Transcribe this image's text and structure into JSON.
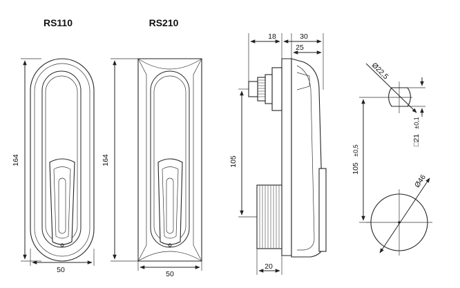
{
  "models": [
    {
      "name": "RS110",
      "height_label": "164",
      "width_label": "50"
    },
    {
      "name": "RS210",
      "height_label": "164",
      "width_label": "50"
    }
  ],
  "side_view": {
    "top_dims": [
      "18",
      "30",
      "25"
    ],
    "offset_label": "105",
    "bottom_label": "20"
  },
  "cutout": {
    "hole_small_label": "Ø22,5",
    "square_label": "□21",
    "square_tol": "±0,1",
    "spacing_label": "105",
    "spacing_tol": "±0,5",
    "hole_large_label": "Ø46"
  }
}
